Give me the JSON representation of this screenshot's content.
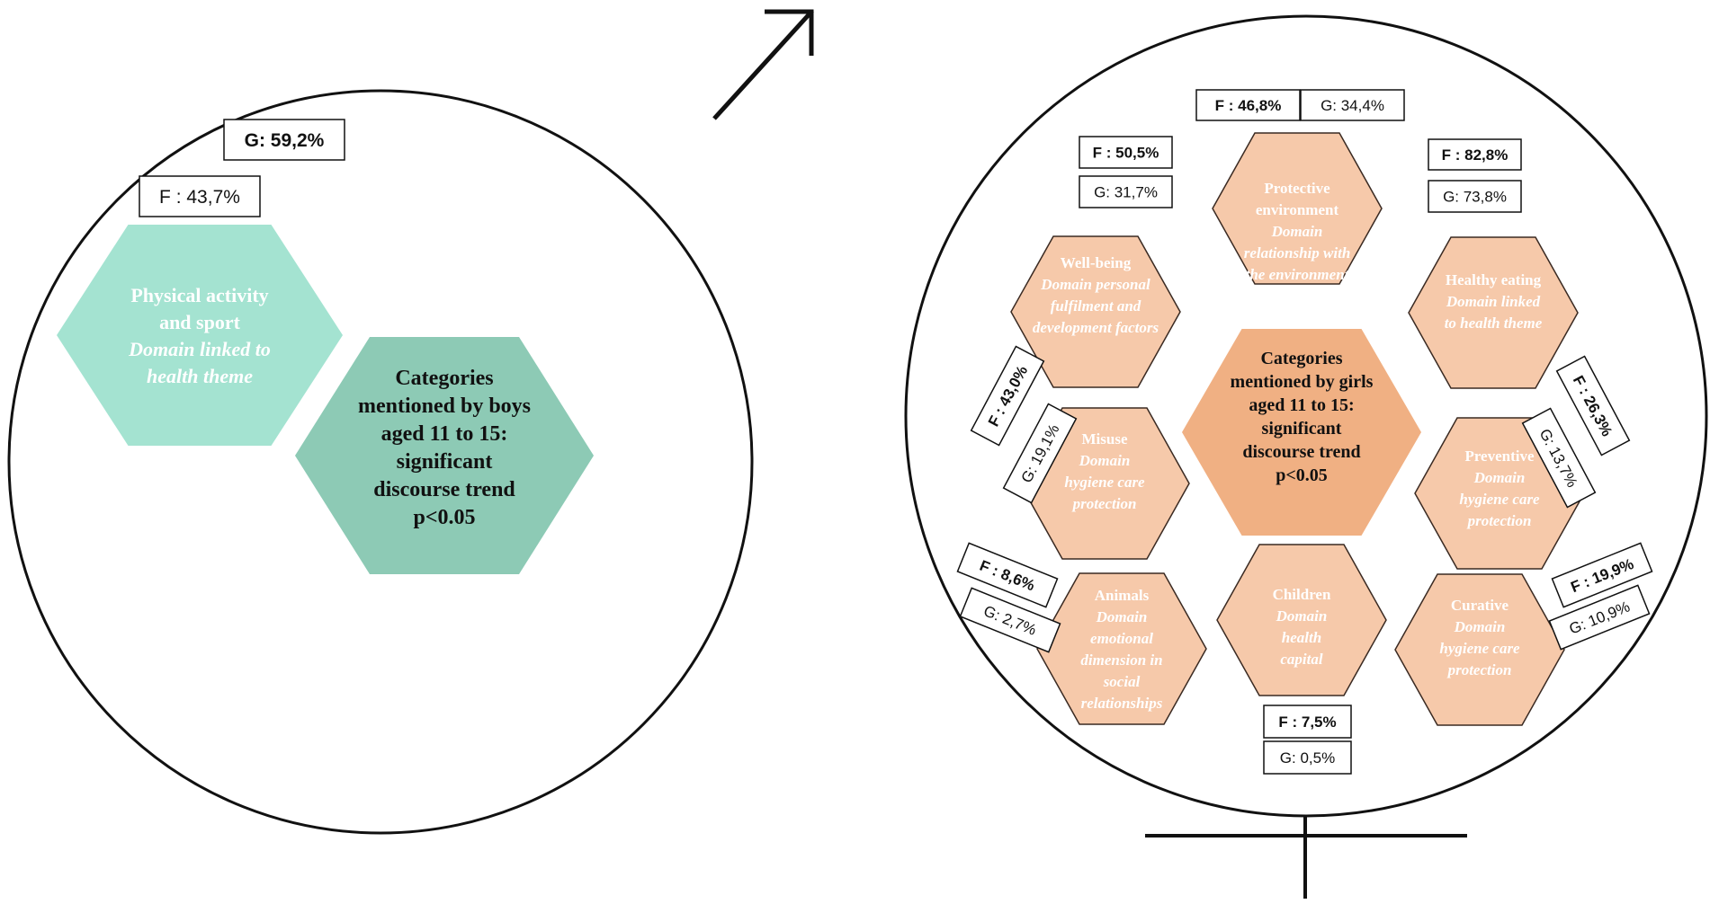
{
  "colors": {
    "line": "#111111",
    "boys_hex_light": "#a4e3d1",
    "boys_hex_dark": "#8dcab5",
    "girls_hex": "#f6c9aa",
    "girls_hex_center": "#f0b083",
    "girls_hex_stroke": "#3a2a22",
    "text_white": "#ffffff",
    "text_dark": "#111111"
  },
  "boys": {
    "center": {
      "lines": [
        "Categories",
        "mentioned by boys",
        "aged 11 to 15:",
        "significant",
        "discourse trend",
        "p<0.05"
      ]
    },
    "categories": [
      {
        "title": [
          "Physical activity",
          "and sport"
        ],
        "domain": [
          "Domain linked to",
          "health theme"
        ],
        "badges": [
          {
            "text": "G: 59,2%",
            "bold": true
          },
          {
            "text": "F : 43,7%",
            "bold": false
          }
        ]
      }
    ]
  },
  "girls": {
    "center": {
      "lines": [
        "Categories",
        "mentioned by girls",
        "aged 11 to 15:",
        "significant",
        "discourse trend",
        "p<0.05"
      ]
    },
    "categories": [
      {
        "key": "protective",
        "title": [
          "Protective",
          "environment"
        ],
        "domain": [
          "Domain",
          "relationship with",
          "the environment"
        ],
        "badges": [
          {
            "text": "F : 46,8%",
            "bold": true
          },
          {
            "text": "G: 34,4%",
            "bold": false
          }
        ]
      },
      {
        "key": "wellbeing",
        "title": [
          "Well-being"
        ],
        "domain": [
          "Domain personal",
          "fulfilment and",
          "development factors"
        ],
        "badges": [
          {
            "text": "F : 50,5%",
            "bold": true
          },
          {
            "text": "G: 31,7%",
            "bold": false
          }
        ]
      },
      {
        "key": "healthy",
        "title": [
          "Healthy eating"
        ],
        "domain": [
          "Domain linked",
          "to health theme"
        ],
        "badges": [
          {
            "text": "F : 82,8%",
            "bold": true
          },
          {
            "text": "G: 73,8%",
            "bold": false
          }
        ]
      },
      {
        "key": "misuse",
        "title": [
          "Misuse"
        ],
        "domain": [
          "Domain",
          "hygiene care",
          "protection"
        ],
        "badges": [
          {
            "text": "F : 43,0%",
            "bold": true
          },
          {
            "text": "G: 19,1%",
            "bold": false
          }
        ]
      },
      {
        "key": "preventive",
        "title": [
          "Preventive"
        ],
        "domain": [
          "Domain",
          "hygiene care",
          "protection"
        ],
        "badges": [
          {
            "text": "F : 26,3%",
            "bold": true
          },
          {
            "text": "G: 13,7%",
            "bold": false
          }
        ]
      },
      {
        "key": "animals",
        "title": [
          "Animals"
        ],
        "domain": [
          "Domain",
          "emotional",
          "dimension in",
          "social",
          "relationships"
        ],
        "badges": [
          {
            "text": "F : 8,6%",
            "bold": true
          },
          {
            "text": "G: 2,7%",
            "bold": false
          }
        ]
      },
      {
        "key": "children",
        "title": [
          "Children"
        ],
        "domain": [
          "Domain",
          "health",
          "capital"
        ],
        "badges": [
          {
            "text": "F : 7,5%",
            "bold": true
          },
          {
            "text": "G: 0,5%",
            "bold": false
          }
        ]
      },
      {
        "key": "curative",
        "title": [
          "Curative"
        ],
        "domain": [
          "Domain",
          "hygiene care",
          "protection"
        ],
        "badges": [
          {
            "text": "F : 19,9%",
            "bold": true
          },
          {
            "text": "G: 10,9%",
            "bold": false
          }
        ]
      }
    ]
  },
  "icons": {
    "boys_symbol": "male-symbol-icon",
    "girls_symbol": "female-symbol-icon"
  }
}
